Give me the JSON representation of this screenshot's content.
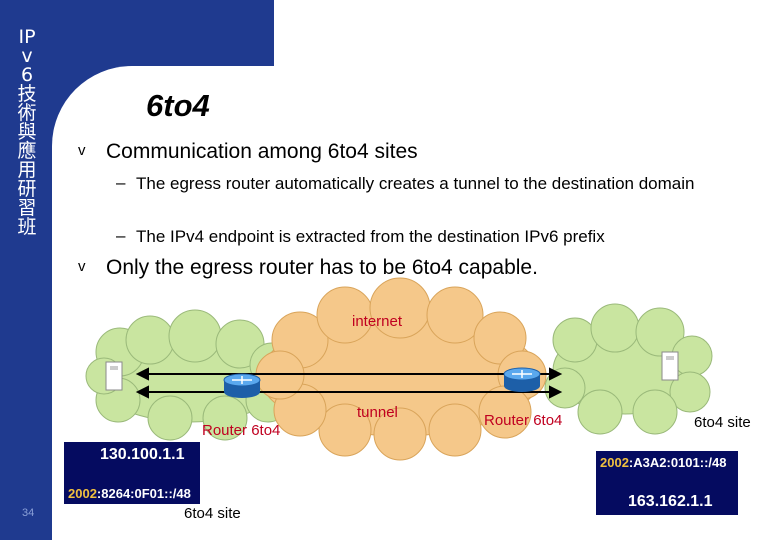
{
  "sidebar": {
    "vertical_title": "IPv6技術與應用研習班",
    "page_number": "34"
  },
  "slide": {
    "title": "6to4",
    "bullets": [
      {
        "marker": "v",
        "text": "Communication among 6to4 sites",
        "subs": [
          {
            "marker": "–",
            "text": "The egress router automatically creates a tunnel to the destination domain"
          },
          {
            "marker": "–",
            "text": "The IPv4 endpoint is extracted from the destination IPv6 prefix"
          }
        ]
      },
      {
        "marker": "v",
        "text": "Only the egress router has to be 6to4 capable."
      }
    ]
  },
  "diagram": {
    "internet_label": "internet",
    "tunnel_label": "tunnel",
    "left_router_label": "Router 6to4",
    "right_router_label": "Router 6to4",
    "left_site_label": "6to4 site",
    "right_site_label": "6to4 site",
    "left_ipv4": "130.100.1.1",
    "left_prefix_head": "2002",
    "left_prefix_tail": ":8264:0F01::/48",
    "right_ipv4": "163.162.1.1",
    "right_prefix_head": "2002",
    "right_prefix_tail": ":A3A2:0101::/48",
    "colors": {
      "cloud": "#f5c88a",
      "site": "#c9e5a0",
      "router": "#2f7fcf",
      "prefix_highlight": "#f0c040",
      "tunnel_line": "#000000",
      "address_box": "#050b60"
    }
  }
}
